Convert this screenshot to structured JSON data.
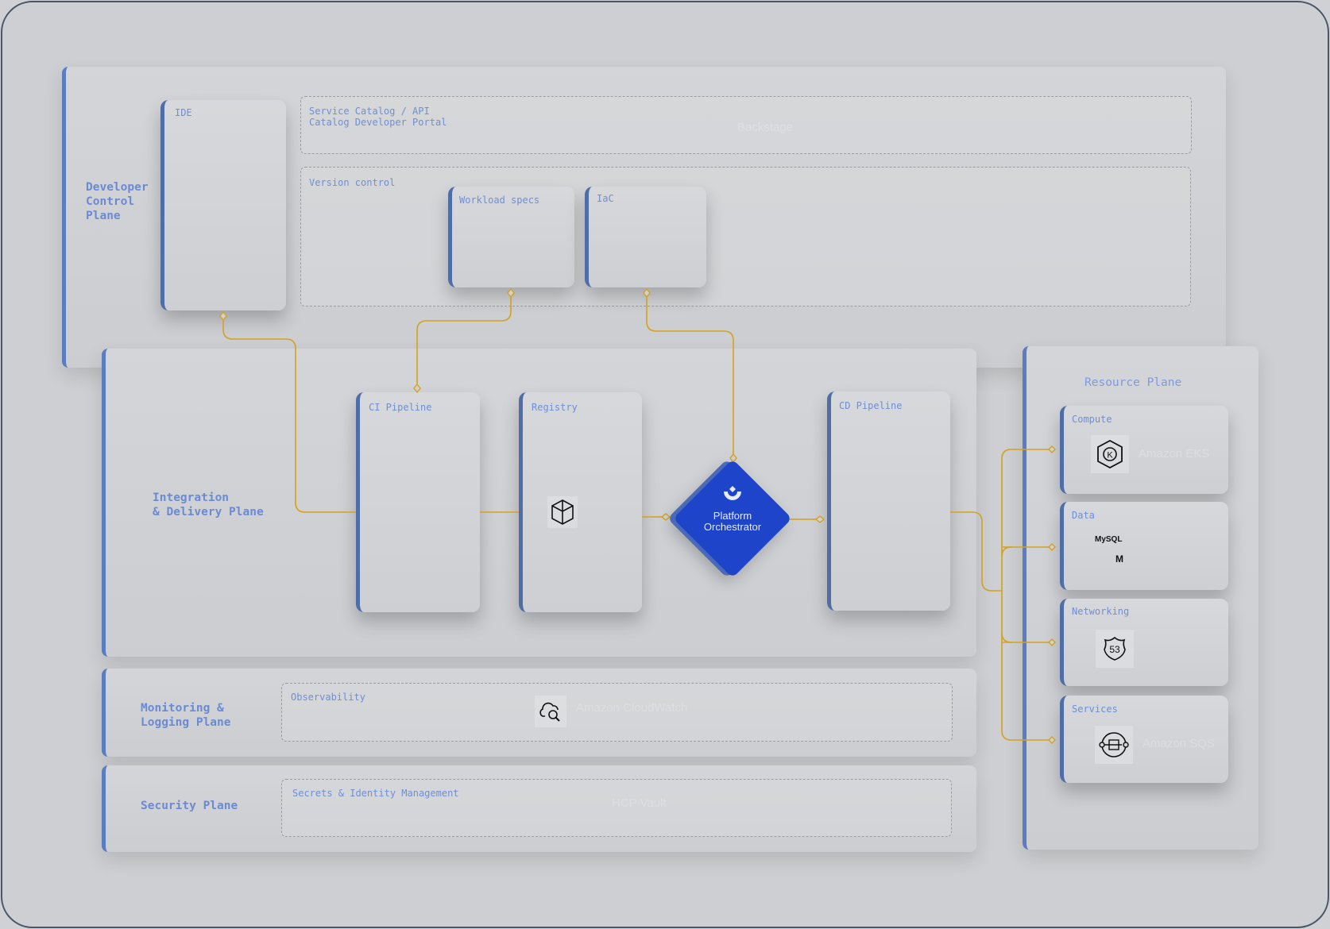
{
  "planes": {
    "developer": "Developer\nControl\nPlane",
    "integration": "Integration\n& Delivery Plane",
    "monitoring": "Monitoring &\nLogging Plane",
    "security": "Security Plane",
    "resource": "Resource Plane"
  },
  "developer_plane": {
    "ide": "IDE",
    "service_catalog": "Service Catalog / API\nCatalog Developer Portal",
    "service_catalog_tool": "Backstage",
    "version_control": "Version control",
    "workload_specs": "Workload specs",
    "iac": "IaC"
  },
  "integration_plane": {
    "ci": "CI Pipeline",
    "registry": "Registry",
    "cd": "CD Pipeline",
    "orchestrator": "Platform\nOrchestrator"
  },
  "monitoring_plane": {
    "observability": "Observability",
    "tool": "Amazon CloudWatch"
  },
  "security_plane": {
    "secrets": "Secrets & Identity Management",
    "tool": "HCP Vault"
  },
  "resource_plane": {
    "compute": "Compute",
    "compute_tool": "Amazon EKS",
    "data": "Data",
    "data_logo_1": "MySQL",
    "data_logo_2": "M",
    "networking": "Networking",
    "services": "Services",
    "services_tool": "Amazon SQS"
  },
  "colors": {
    "accent": "#1d44c9",
    "connector": "#d4a21c",
    "label": "#6f8fd6"
  }
}
